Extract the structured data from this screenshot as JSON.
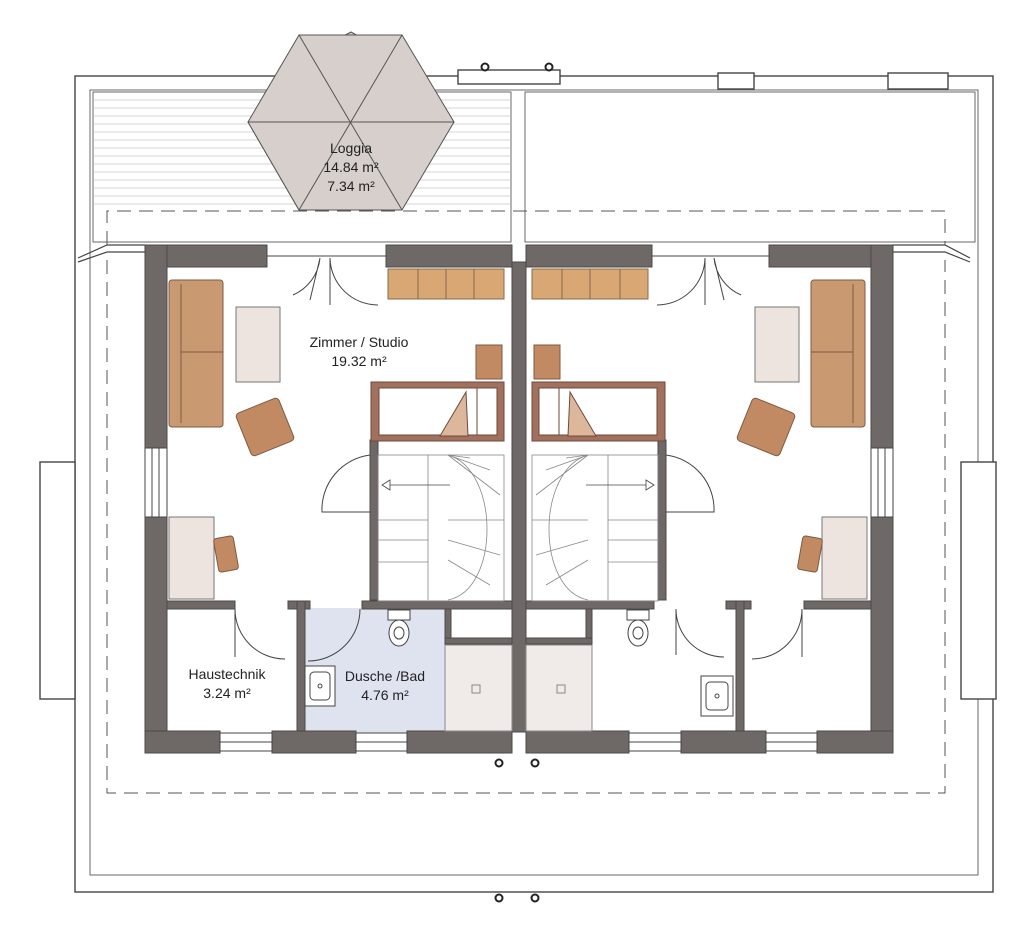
{
  "rooms": {
    "loggia": {
      "name": "Loggia",
      "area_1": "14.84 m²",
      "area_2": "7.34 m²"
    },
    "studio": {
      "name": "Zimmer / Studio",
      "area": "19.32 m²"
    },
    "haustechnik": {
      "name": "Haustechnik",
      "area": "3.24 m²"
    },
    "bad": {
      "name": "Dusche /Bad",
      "area": "4.76 m²"
    }
  },
  "colors": {
    "wall": "#6e6866",
    "wall_edge": "#4e4947",
    "wood": "#d9a774",
    "sofa": "#c99a72",
    "chair": "#c28a62",
    "bed": "#a2705e",
    "tile": "#f0ebe8",
    "bath_floor": "#dfe3ef",
    "umbrella": "#d7cfcb",
    "line": "#444444"
  },
  "icons": [
    "umbrella-icon",
    "sofa-icon",
    "armchair-icon",
    "bed-icon",
    "desk-icon",
    "toilet-icon",
    "sink-icon",
    "shower-tray-icon",
    "stair-icon",
    "door-swing-icon"
  ]
}
